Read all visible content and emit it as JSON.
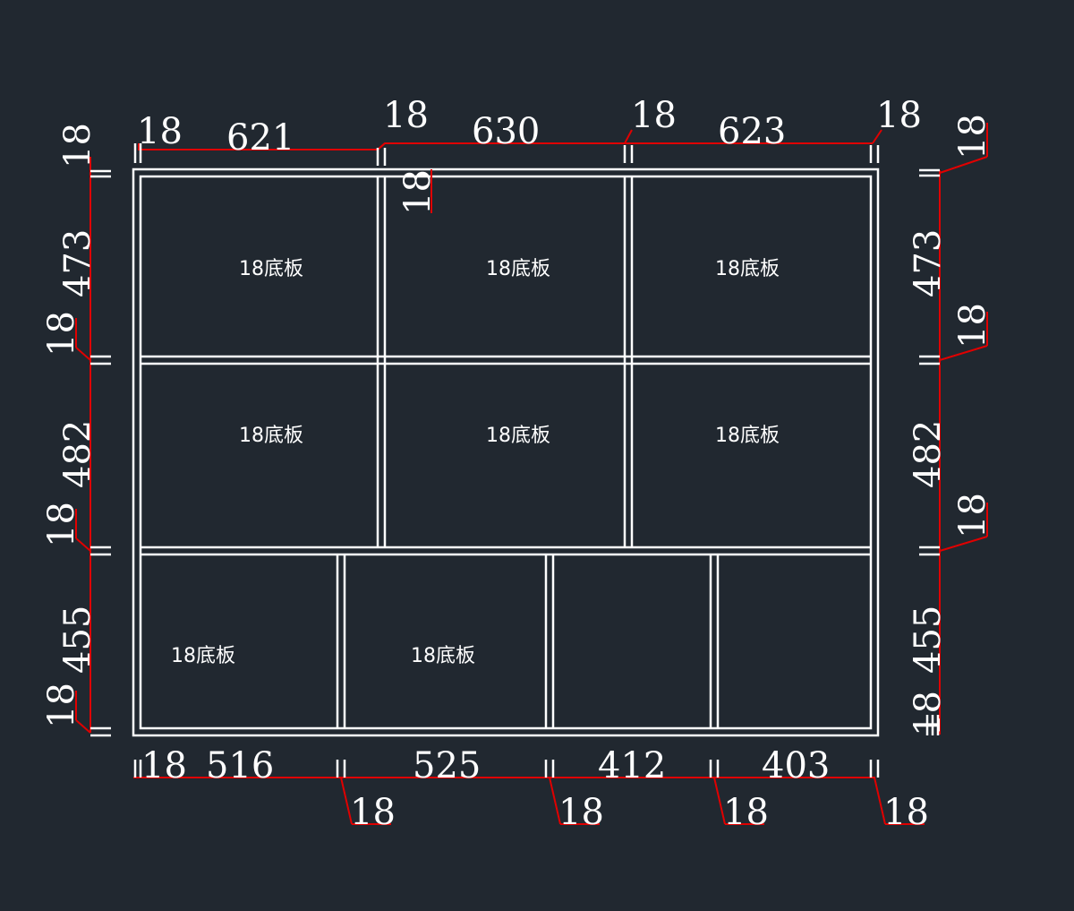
{
  "colors": {
    "background": "#212830",
    "board_lines": "#ffffff",
    "dimension_lines": "#e00000",
    "text": "#ffffff"
  },
  "dimensions": {
    "top": {
      "left_thickness": "18",
      "widths": [
        "621",
        "630",
        "623"
      ],
      "dividers": [
        "18",
        "18",
        "18"
      ],
      "inner_top_board": "18"
    },
    "bottom": {
      "left_thickness": "18",
      "widths": [
        "516",
        "525",
        "412",
        "403"
      ],
      "dividers": [
        "18",
        "18",
        "18",
        "18"
      ]
    },
    "left": {
      "top_thickness": "18",
      "heights": [
        "473",
        "482",
        "455"
      ],
      "dividers": [
        "18",
        "18",
        "18"
      ]
    },
    "right": {
      "heights": [
        "473",
        "482",
        "455"
      ],
      "dividers": [
        "18",
        "18",
        "18",
        "18"
      ]
    }
  },
  "panels": {
    "row1": [
      "18底板",
      "18底板",
      "18底板"
    ],
    "row2": [
      "18底板",
      "18底板",
      "18底板"
    ],
    "row3": [
      "18底板",
      "18底板"
    ]
  }
}
